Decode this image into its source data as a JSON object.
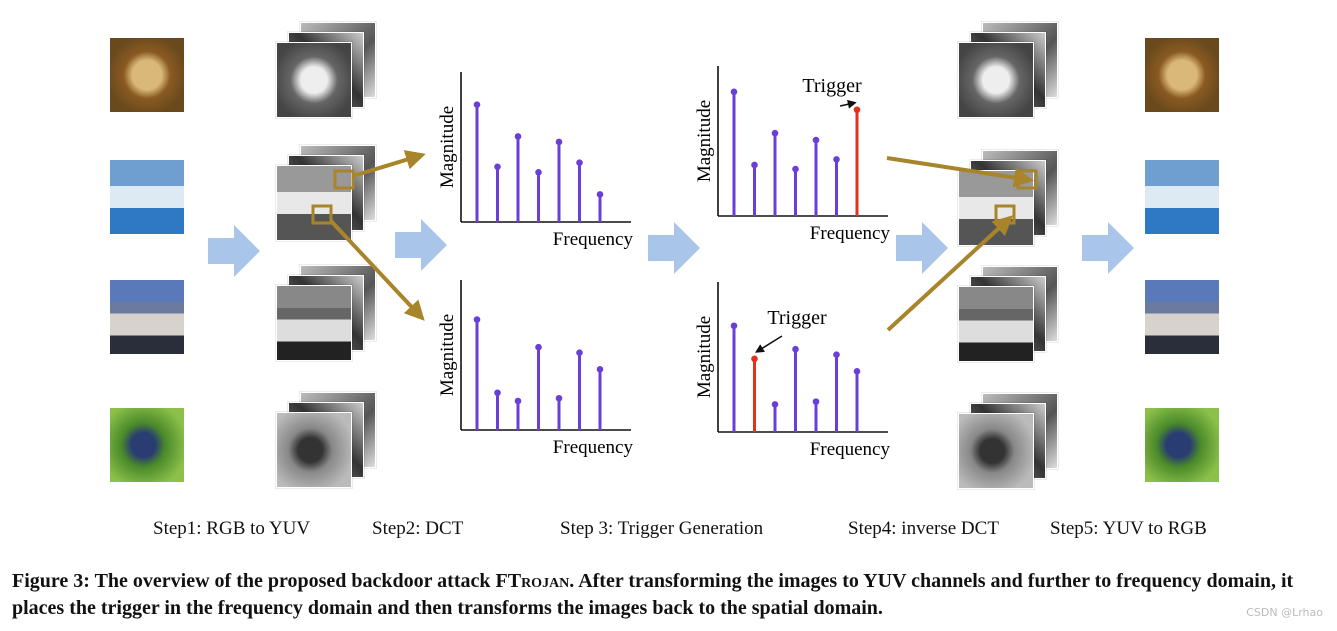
{
  "steps": {
    "step1": "Step1: RGB to YUV",
    "step2": "Step2: DCT",
    "step3": "Step 3: Trigger Generation",
    "step4": "Step4: inverse DCT",
    "step5": "Step5: YUV to RGB"
  },
  "charts": {
    "ylabel": "Magnitude",
    "xlabel": "Frequency",
    "trigger_label": "Trigger"
  },
  "chart_data": [
    {
      "type": "stem",
      "ylabel": "Magnitude",
      "xlabel": "Frequency",
      "values": [
        0.85,
        0.4,
        0.62,
        0.36,
        0.58,
        0.43,
        0.2
      ],
      "trigger_index": null,
      "colors": {
        "stem": "#6a3fd8"
      }
    },
    {
      "type": "stem",
      "ylabel": "Magnitude",
      "xlabel": "Frequency",
      "values": [
        0.8,
        0.27,
        0.21,
        0.6,
        0.23,
        0.56,
        0.44
      ],
      "trigger_index": null,
      "colors": {
        "stem": "#6a3fd8"
      }
    },
    {
      "type": "stem",
      "ylabel": "Magnitude",
      "xlabel": "Frequency",
      "values": [
        0.9,
        0.37,
        0.6,
        0.34,
        0.55,
        0.41,
        0.77
      ],
      "trigger_index": 6,
      "colors": {
        "stem": "#6a3fd8",
        "trigger": "#e2321b"
      }
    },
    {
      "type": "stem",
      "ylabel": "Magnitude",
      "xlabel": "Frequency",
      "values": [
        0.77,
        0.53,
        0.2,
        0.6,
        0.22,
        0.56,
        0.44
      ],
      "trigger_index": 1,
      "colors": {
        "stem": "#6a3fd8",
        "trigger": "#e2321b"
      }
    }
  ],
  "colors": {
    "flow_arrow": "#a9c5ea",
    "highlight_arrow": "#a8852a"
  },
  "caption": {
    "figure": "Figure 3: The overview of the proposed backdoor attack ",
    "name": "FTrojan",
    "rest": ". After transforming the images to YUV channels and further to frequency domain, it places the trigger in the frequency domain and then transforms the images back to the spatial domain."
  },
  "watermark": "CSDN @Lrhao"
}
